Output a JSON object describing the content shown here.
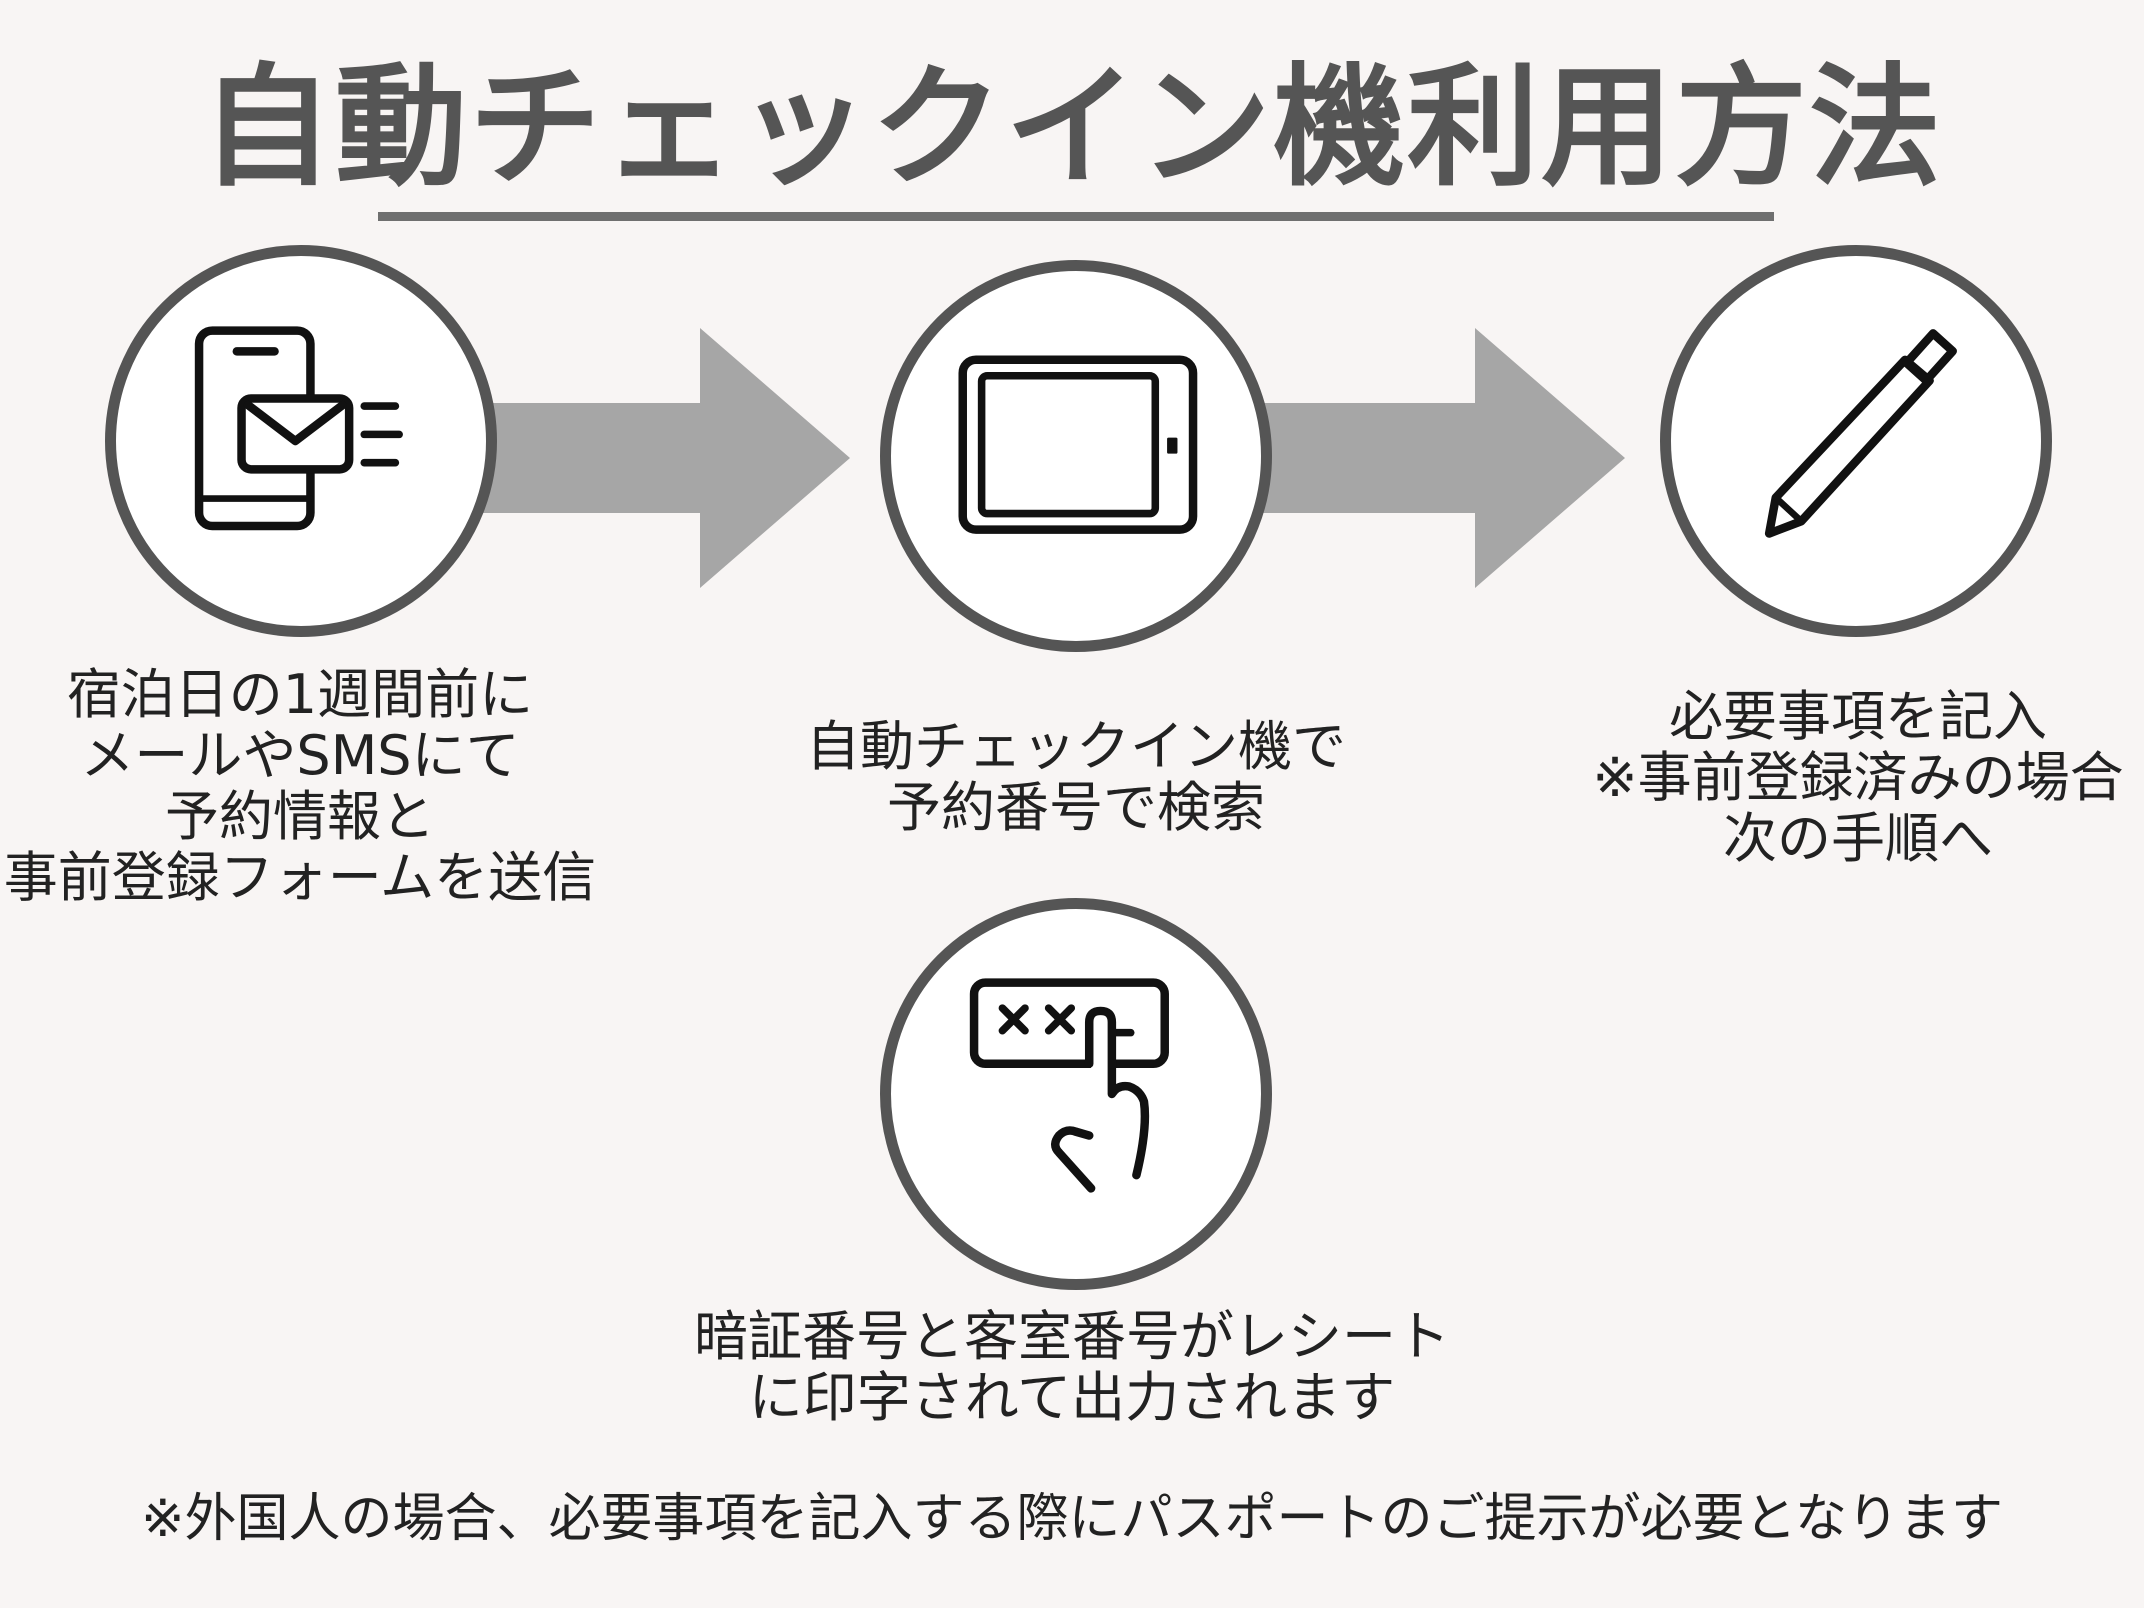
{
  "title": "自動チェックイン機利用方法",
  "colors": {
    "background": "#f8f5f4",
    "circle_border": "#555555",
    "arrow": "#a6a6a6",
    "icon": "#111111",
    "title": "#555555"
  },
  "steps": [
    {
      "icon": "phone-mail-icon",
      "lines": [
        "宿泊日の1週間前に",
        "メールやSMSにて",
        "予約情報と",
        "事前登録フォームを送信"
      ]
    },
    {
      "icon": "tablet-icon",
      "lines": [
        "自動チェックイン機で",
        "予約番号で検索"
      ]
    },
    {
      "icon": "pencil-icon",
      "lines": [
        "必要事項を記入",
        "※事前登録済みの場合",
        "次の手順へ"
      ]
    },
    {
      "icon": "pin-entry-icon",
      "lines": [
        "暗証番号と客室番号がレシート",
        "に印字されて出力されます"
      ]
    }
  ],
  "footnote": "※外国人の場合、必要事項を記入する際にパスポートのご提示が必要となります"
}
